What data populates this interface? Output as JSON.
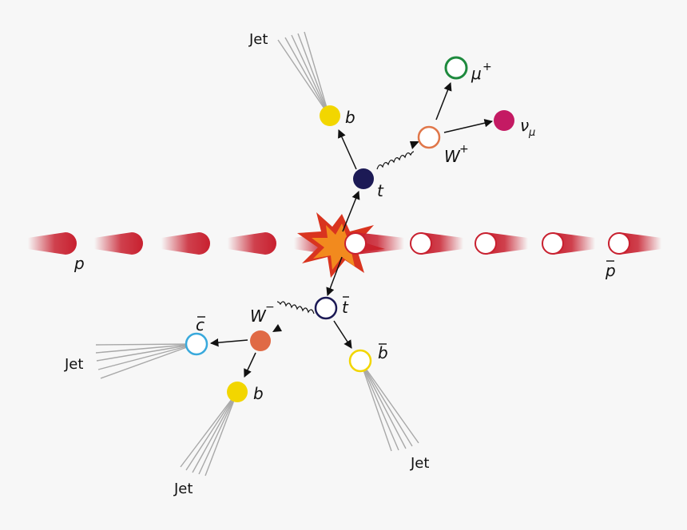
{
  "labels": {
    "jet_top": "Jet",
    "b_top": "b",
    "t": "t",
    "w_plus": "W",
    "w_plus_sup": "+",
    "mu": "μ",
    "mu_sup": "+",
    "nu": "ν",
    "nu_sub": "μ",
    "p": "p",
    "pbar": "p",
    "tbar": "t",
    "w_minus": "W",
    "w_minus_sup": "−",
    "cbar": "c",
    "jet_left": "Jet",
    "b_bottom": "b",
    "jet_bottom_left": "Jet",
    "bbar": "b",
    "jet_bottom_right": "Jet"
  },
  "colors": {
    "background": "#f7f7f7",
    "proton_red": "#c8202f",
    "top_quark": "#1c1a55",
    "b_quark": "#f2d600",
    "w_plus": "#e0774a",
    "muon": "#1e8a3e",
    "neutrino": "#c41a63",
    "w_minus": "#e06a45",
    "charm": "#39a9dc",
    "jet_lines": "#a8a8a8",
    "arrow": "#111111",
    "collision_orange": "#f28a1e",
    "collision_red": "#d9341f"
  }
}
